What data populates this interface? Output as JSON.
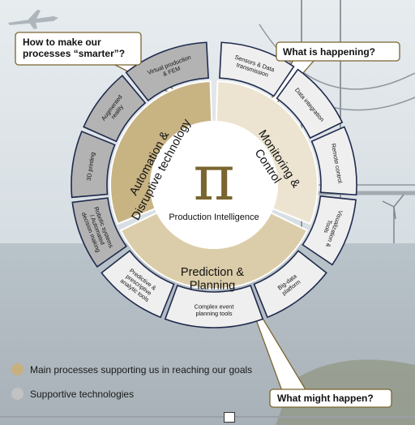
{
  "center": {
    "symbol": "π",
    "label": "Production Intelligence"
  },
  "main_processes": [
    {
      "id": "automation",
      "lines": [
        "Automation &",
        "Disruptive technology"
      ]
    },
    {
      "id": "monitoring",
      "lines": [
        "Monitoring &",
        "Control"
      ]
    },
    {
      "id": "prediction",
      "lines": [
        "Prediction &",
        "Planning"
      ]
    }
  ],
  "technologies": [
    {
      "id": "virtual-production",
      "lines": [
        "Virtual production",
        "& FEM"
      ],
      "group": "automation"
    },
    {
      "id": "augmented-reality",
      "lines": [
        "Augmented",
        "reality"
      ],
      "group": "automation"
    },
    {
      "id": "3d-printing",
      "lines": [
        "3D printing"
      ],
      "group": "automation"
    },
    {
      "id": "robotic-systems",
      "lines": [
        "Robotic systems",
        "/ Automated",
        "decision making"
      ],
      "group": "automation"
    },
    {
      "id": "sensors-data",
      "lines": [
        "Sensors & Data",
        "transmission"
      ],
      "group": "monitoring"
    },
    {
      "id": "data-integration",
      "lines": [
        "Data integration"
      ],
      "group": "monitoring"
    },
    {
      "id": "remote-control",
      "lines": [
        "Remote control"
      ],
      "group": "monitoring"
    },
    {
      "id": "visualization-tools",
      "lines": [
        "Visualization &",
        "Tools"
      ],
      "group": "monitoring"
    },
    {
      "id": "big-data",
      "lines": [
        "Big-data",
        "platform"
      ],
      "group": "prediction"
    },
    {
      "id": "complex-event",
      "lines": [
        "Complex event",
        "planning tools"
      ],
      "group": "prediction"
    },
    {
      "id": "predictive-analytics",
      "lines": [
        "Predictive &",
        "prescriptive",
        "analytic tools"
      ],
      "group": "prediction"
    }
  ],
  "callouts": {
    "smarter": "How to make our processes “smarter”?",
    "happening": "What is happening?",
    "might_happen": "What might happen?"
  },
  "legend": {
    "main": "Main processes supporting us in reaching our goals",
    "supportive": "Supportive technologies"
  },
  "colors": {
    "automation_fill": "#c8b383",
    "monitoring_fill": "#ece4d1",
    "prediction_fill": "#dccdaa",
    "tech_automation": "#b3b3b3",
    "tech_other": "#efefef",
    "outline": "#1f2a4d",
    "pi": "#7a6530",
    "legend_main": "#c6b07e",
    "legend_supportive": "#c2c2c2"
  }
}
